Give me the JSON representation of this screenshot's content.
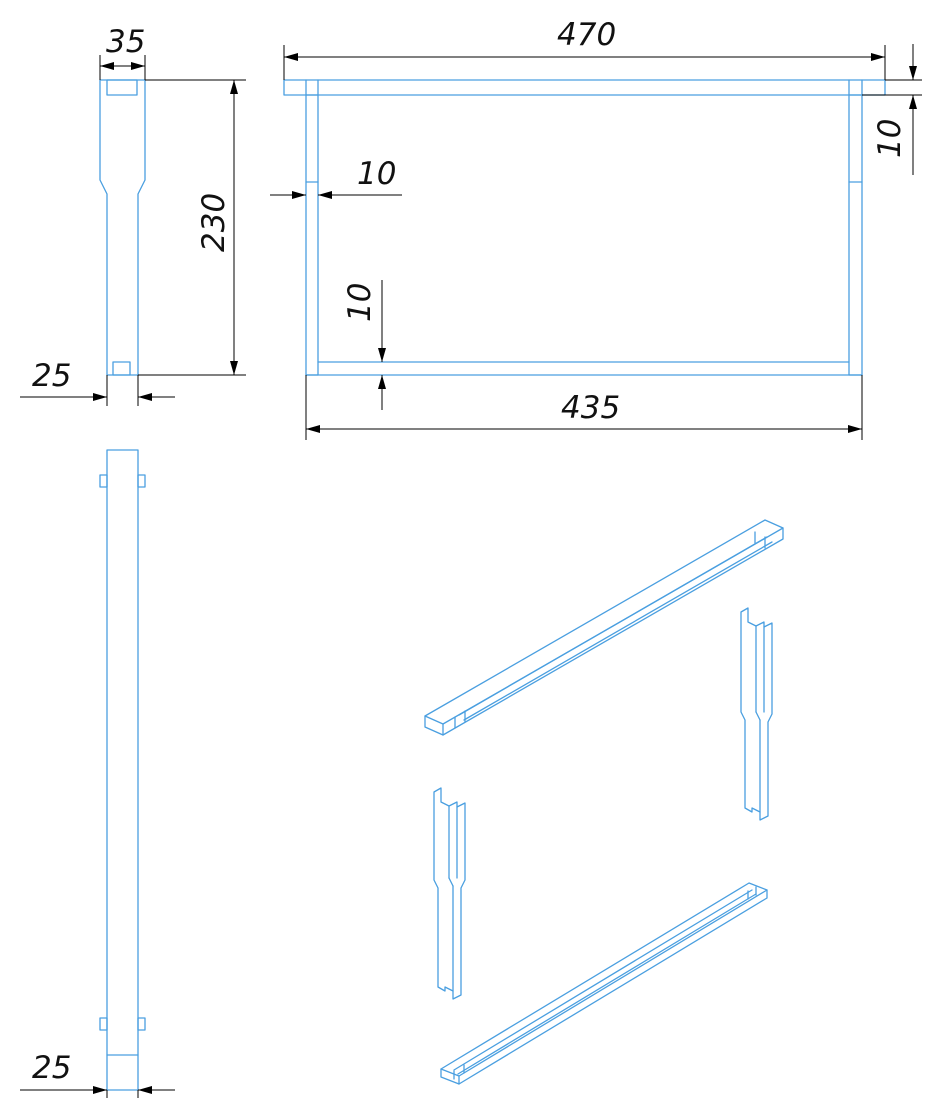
{
  "dimensions": {
    "end_bar_width": "35",
    "end_bar_height": "230",
    "end_bar_tenon_width": "25",
    "top_bar_length": "470",
    "bottom_bar_length": "435",
    "top_bar_thickness": "10",
    "side_bar_thickness": "10",
    "bottom_bar_thickness": "10",
    "long_bar_width": "25"
  },
  "colors": {
    "part_lines": "#4a9fe0",
    "dimension_lines": "#000000"
  }
}
